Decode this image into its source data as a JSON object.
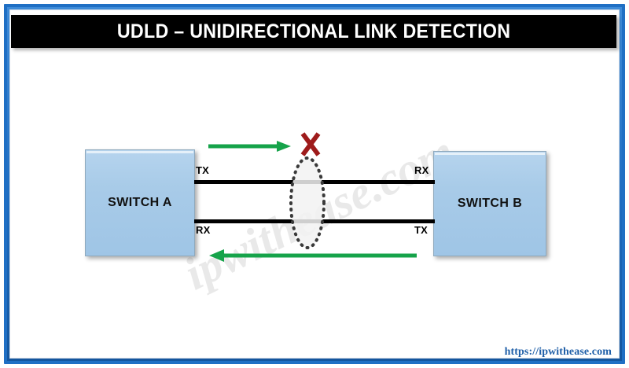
{
  "page": {
    "title": "UDLD – UNIDIRECTIONAL LINK DETECTION",
    "watermark": "ipwithease.com",
    "footer_url": "https://ipwithease.com",
    "colors": {
      "frame_blue": "#1F6FC4",
      "banner_background": "#000000",
      "banner_text": "#FFFFFF",
      "switch_fill": "#A8CBE8",
      "switch_border": "#8FA9BD",
      "link_line": "#000000",
      "arrow_green": "#16A34A",
      "fault_red": "#9E1B1B",
      "ellipse_dotted": "#3A3A3A",
      "footer_link": "#1F5FA8",
      "watermark_gray": "#E9E9E9"
    }
  },
  "diagram": {
    "type": "network-topology",
    "nodes": [
      {
        "id": "switch-a",
        "label": "SWITCH A"
      },
      {
        "id": "switch-b",
        "label": "SWITCH B"
      }
    ],
    "ports": [
      {
        "id": "port-a-tx",
        "label": "TX",
        "node": "switch-a",
        "side": "right",
        "position": "top"
      },
      {
        "id": "port-a-rx",
        "label": "RX",
        "node": "switch-a",
        "side": "right",
        "position": "bottom"
      },
      {
        "id": "port-b-rx",
        "label": "RX",
        "node": "switch-b",
        "side": "left",
        "position": "top"
      },
      {
        "id": "port-b-tx",
        "label": "TX",
        "node": "switch-b",
        "side": "left",
        "position": "bottom"
      }
    ],
    "links": [
      {
        "id": "link-top",
        "from": "port-a-tx",
        "to": "port-b-rx"
      },
      {
        "id": "link-bottom",
        "from": "port-b-tx",
        "to": "port-a-rx"
      }
    ],
    "flows": [
      {
        "id": "flow-a-to-b",
        "direction": "right",
        "color": "#16A34A",
        "blocked": true
      },
      {
        "id": "flow-b-to-a",
        "direction": "left",
        "color": "#16A34A",
        "blocked": false
      }
    ],
    "annotations": [
      {
        "id": "fault-marker",
        "glyph": "X",
        "color": "#9E1B1B",
        "meaning": "unidirectional-link-failure"
      },
      {
        "id": "fault-ellipse",
        "shape": "dotted-ellipse",
        "color": "#3A3A3A",
        "meaning": "failure-region-highlight"
      }
    ]
  }
}
